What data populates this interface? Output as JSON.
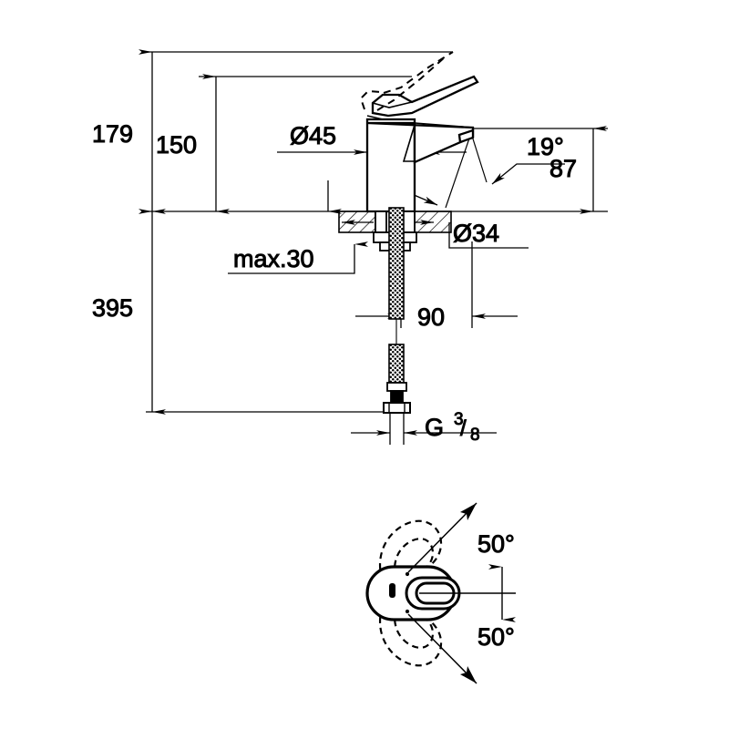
{
  "drawing": {
    "title": "Single-lever basin mixer technical dimension drawing",
    "units": "mm",
    "line_color": "#000000",
    "background_color": "#ffffff",
    "views": [
      {
        "name": "elevation-view",
        "label": "Front elevation with dimensions"
      },
      {
        "name": "plan-view",
        "label": "Top plan view with swivel range"
      }
    ]
  },
  "dimensions": {
    "total_height_above_deck": "179",
    "spout_height": "150",
    "spout_diameter": "Ø45",
    "deck_thickness_max": "max.30",
    "mounting_hole_diameter": "Ø34",
    "lever_angle": "19°",
    "projection": "87",
    "tail_length": "395",
    "hose_offset": "90",
    "thread_size_letter": "G",
    "thread_size_numerator": "3",
    "thread_size_denominator": "8",
    "thread_size_slash": "/",
    "swivel_angle_upper": "50°",
    "swivel_angle_lower": "50°"
  },
  "labels": [
    {
      "id": "dim-179",
      "text": "179"
    },
    {
      "id": "dim-150",
      "text": "150"
    },
    {
      "id": "dim-d45",
      "text": "Ø45"
    },
    {
      "id": "dim-max30",
      "text": "max.30"
    },
    {
      "id": "dim-d34",
      "text": "Ø34"
    },
    {
      "id": "dim-19deg",
      "text": "19°"
    },
    {
      "id": "dim-87",
      "text": "87"
    },
    {
      "id": "dim-395",
      "text": "395"
    },
    {
      "id": "dim-90",
      "text": "90"
    },
    {
      "id": "dim-g38",
      "text": "G 3/8"
    },
    {
      "id": "dim-50deg-top",
      "text": "50°"
    },
    {
      "id": "dim-50deg-bottom",
      "text": "50°"
    }
  ]
}
